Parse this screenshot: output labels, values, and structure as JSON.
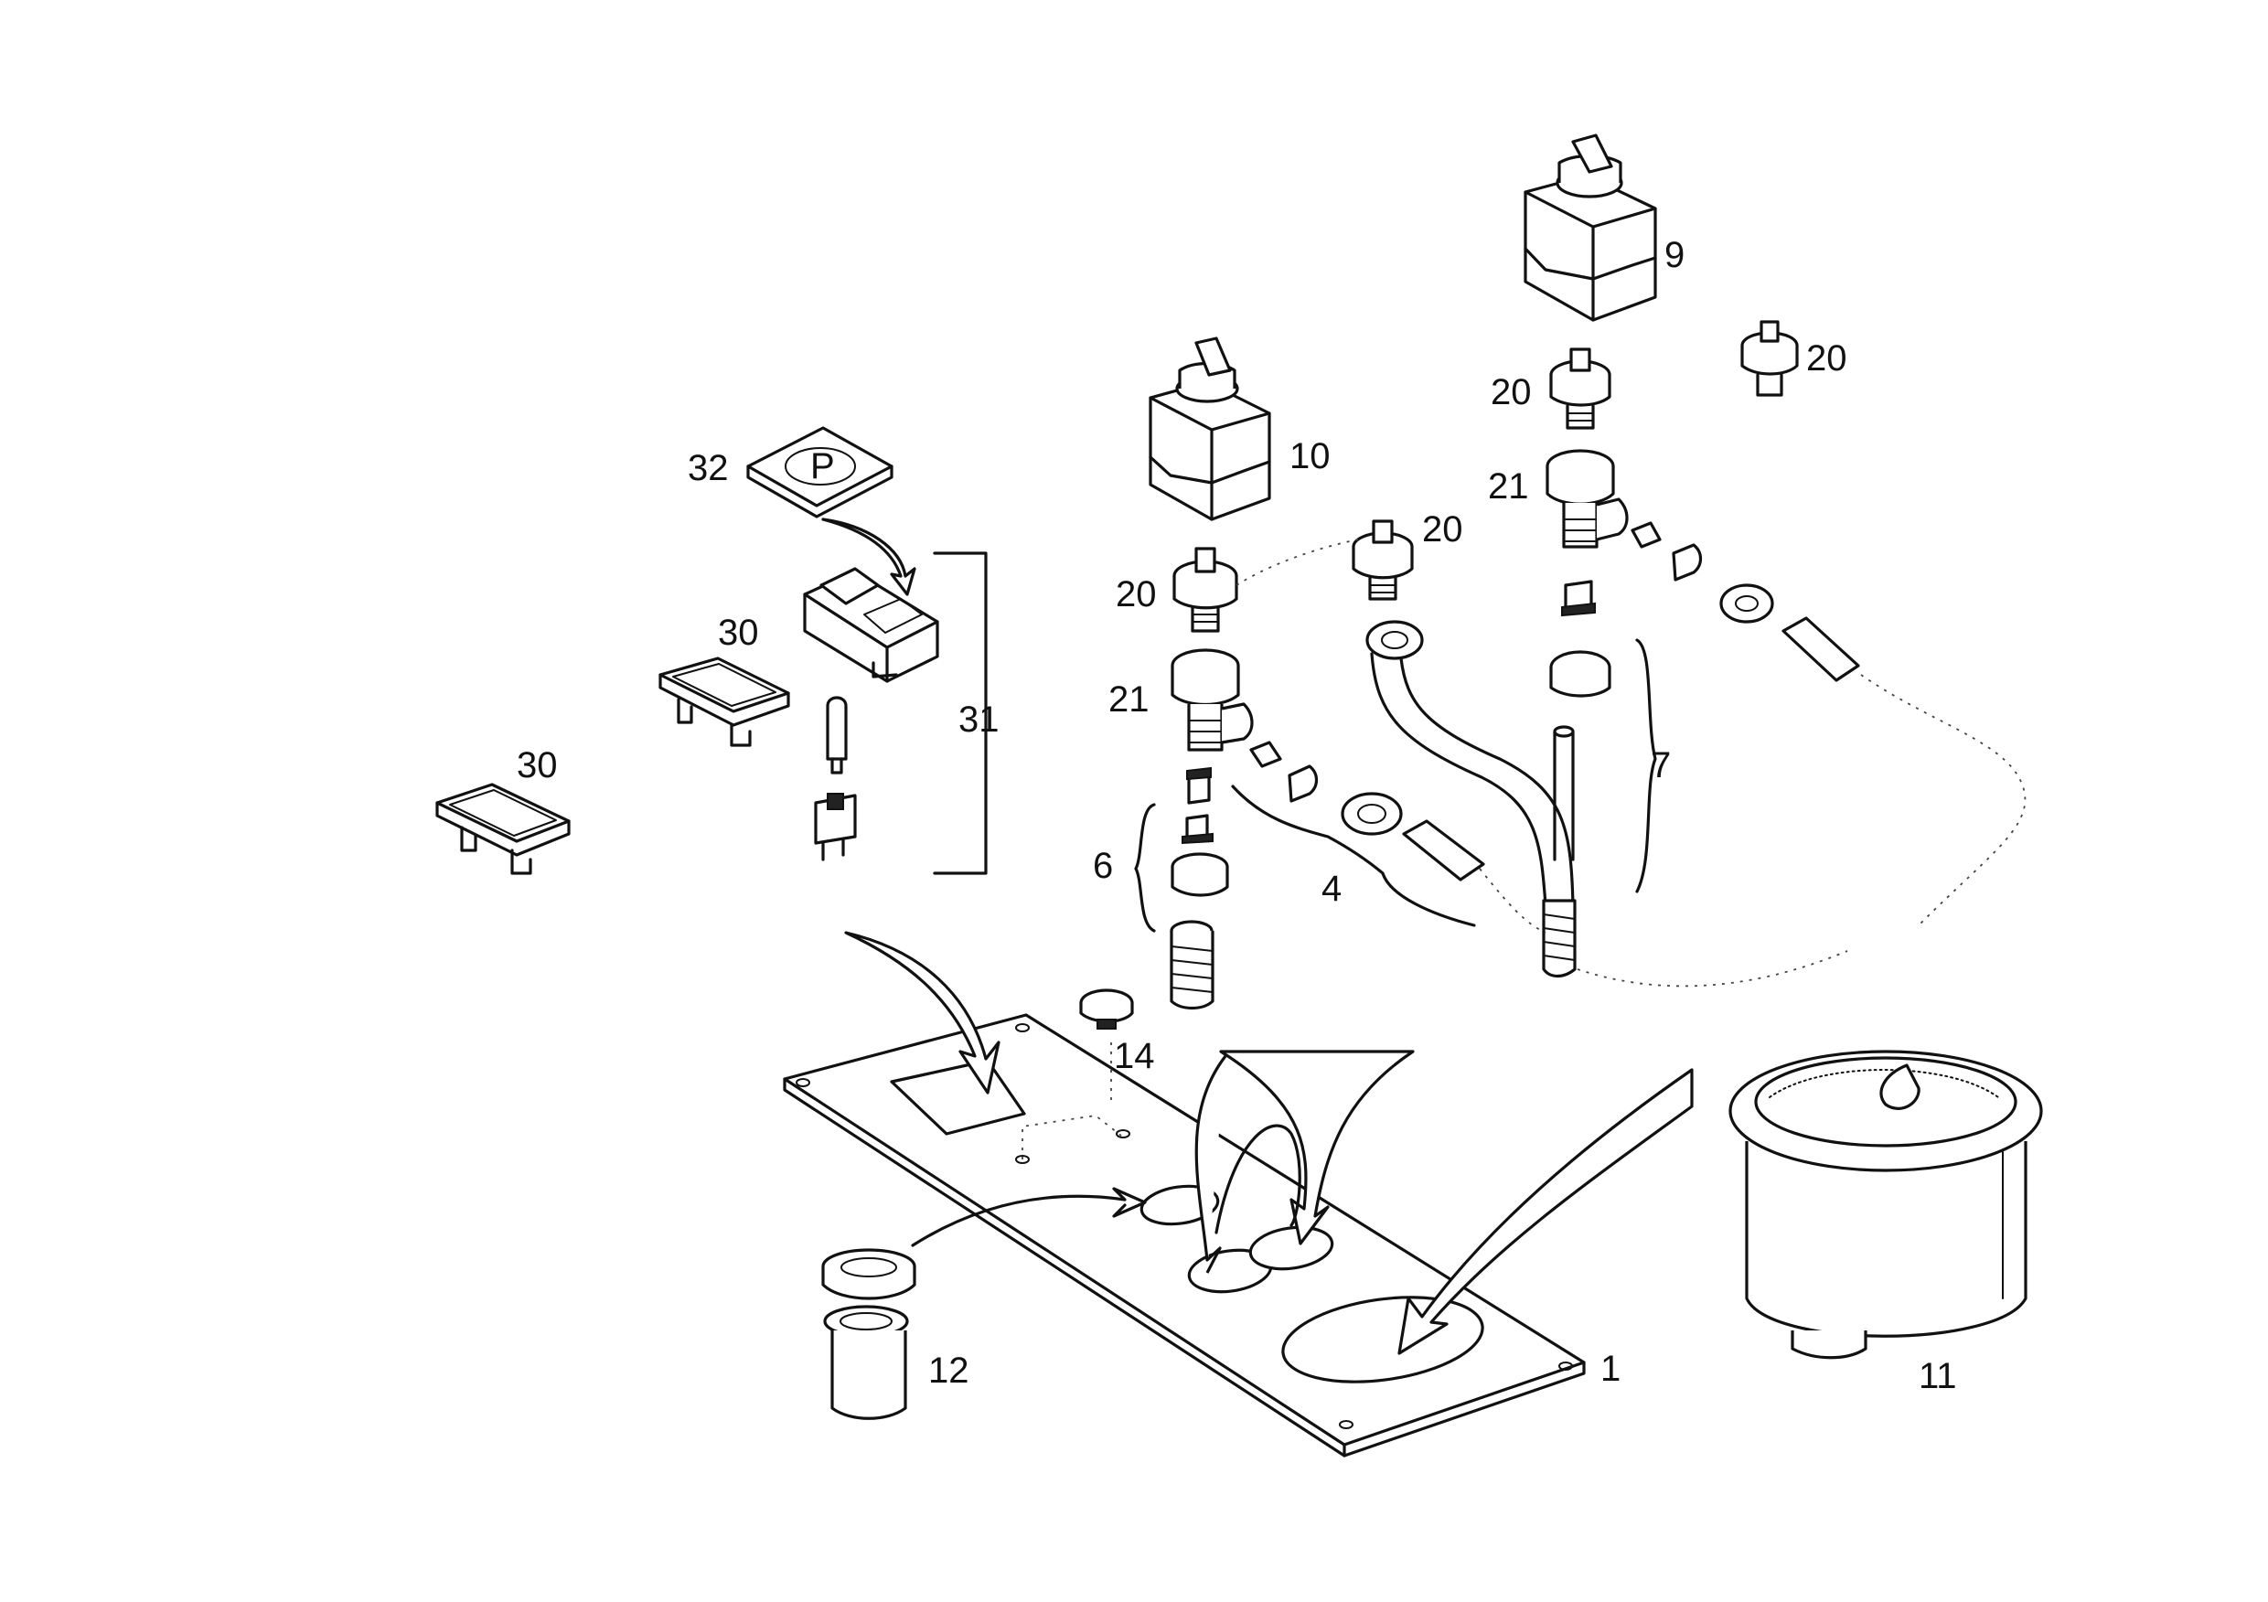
{
  "callouts": {
    "panel": "1",
    "pipe_set_4": "4",
    "fittings_6": "6",
    "pipe_set_7": "7",
    "switch_9": "9",
    "switch_10": "10",
    "gauge": "11",
    "socket": "12",
    "plug": "14",
    "union_a": "20",
    "union_b": "20",
    "union_c": "20",
    "union_d": "20",
    "tee_a": "21",
    "tee_b": "21",
    "lens_a": "30",
    "lens_b": "30",
    "rocker_switch_group": "31",
    "switch_cap": "32"
  },
  "symbols": {
    "cap_letter": "P"
  }
}
